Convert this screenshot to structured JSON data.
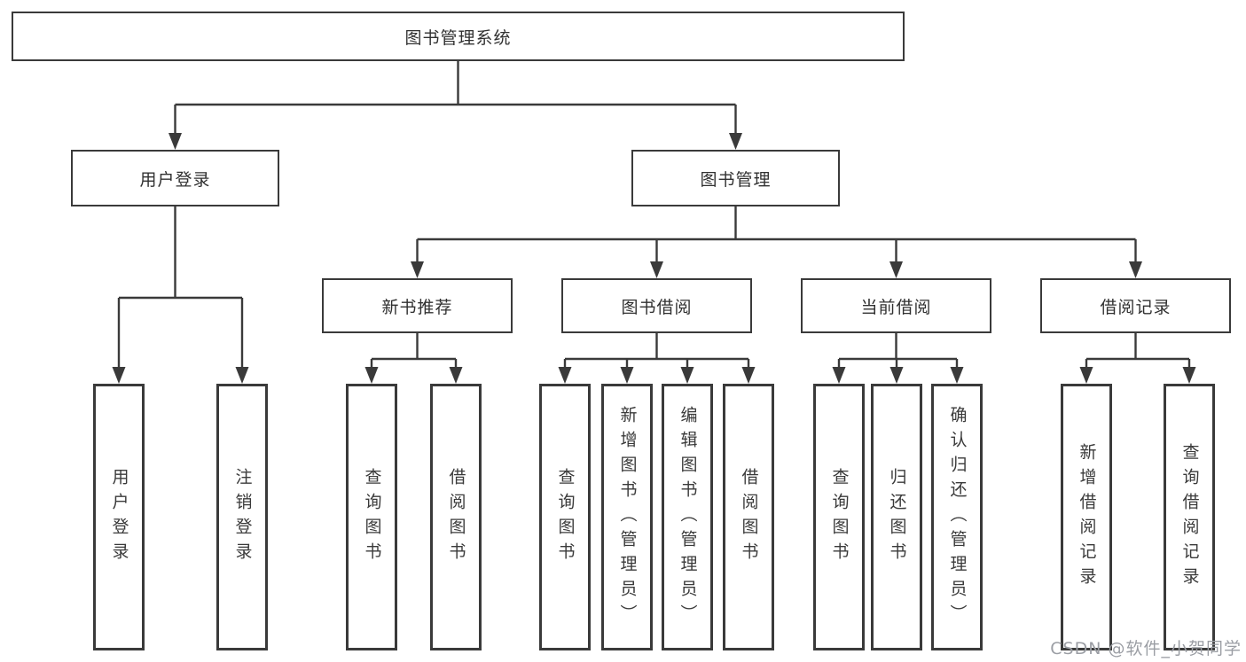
{
  "diagram": {
    "tree": {
      "label": "图书管理系统",
      "children": [
        {
          "label": "用户登录",
          "children": [
            {
              "label": "用户登录"
            },
            {
              "label": "注销登录"
            }
          ]
        },
        {
          "label": "图书管理",
          "children": [
            {
              "label": "新书推荐",
              "children": [
                {
                  "label": "查询图书"
                },
                {
                  "label": "借阅图书"
                }
              ]
            },
            {
              "label": "图书借阅",
              "children": [
                {
                  "label": "查询图书"
                },
                {
                  "label": "新增图书（管理员）"
                },
                {
                  "label": "编辑图书（管理员）"
                },
                {
                  "label": "借阅图书"
                }
              ]
            },
            {
              "label": "当前借阅",
              "children": [
                {
                  "label": "查询图书"
                },
                {
                  "label": "归还图书"
                },
                {
                  "label": "确认归还（管理员）"
                }
              ]
            },
            {
              "label": "借阅记录",
              "children": [
                {
                  "label": "新增借阅记录"
                },
                {
                  "label": "查询借阅记录"
                }
              ]
            }
          ]
        }
      ]
    },
    "line_color": "#3a3a3a",
    "box_background": "#ffffff",
    "watermark": "CSDN @软件_小贺同学"
  }
}
